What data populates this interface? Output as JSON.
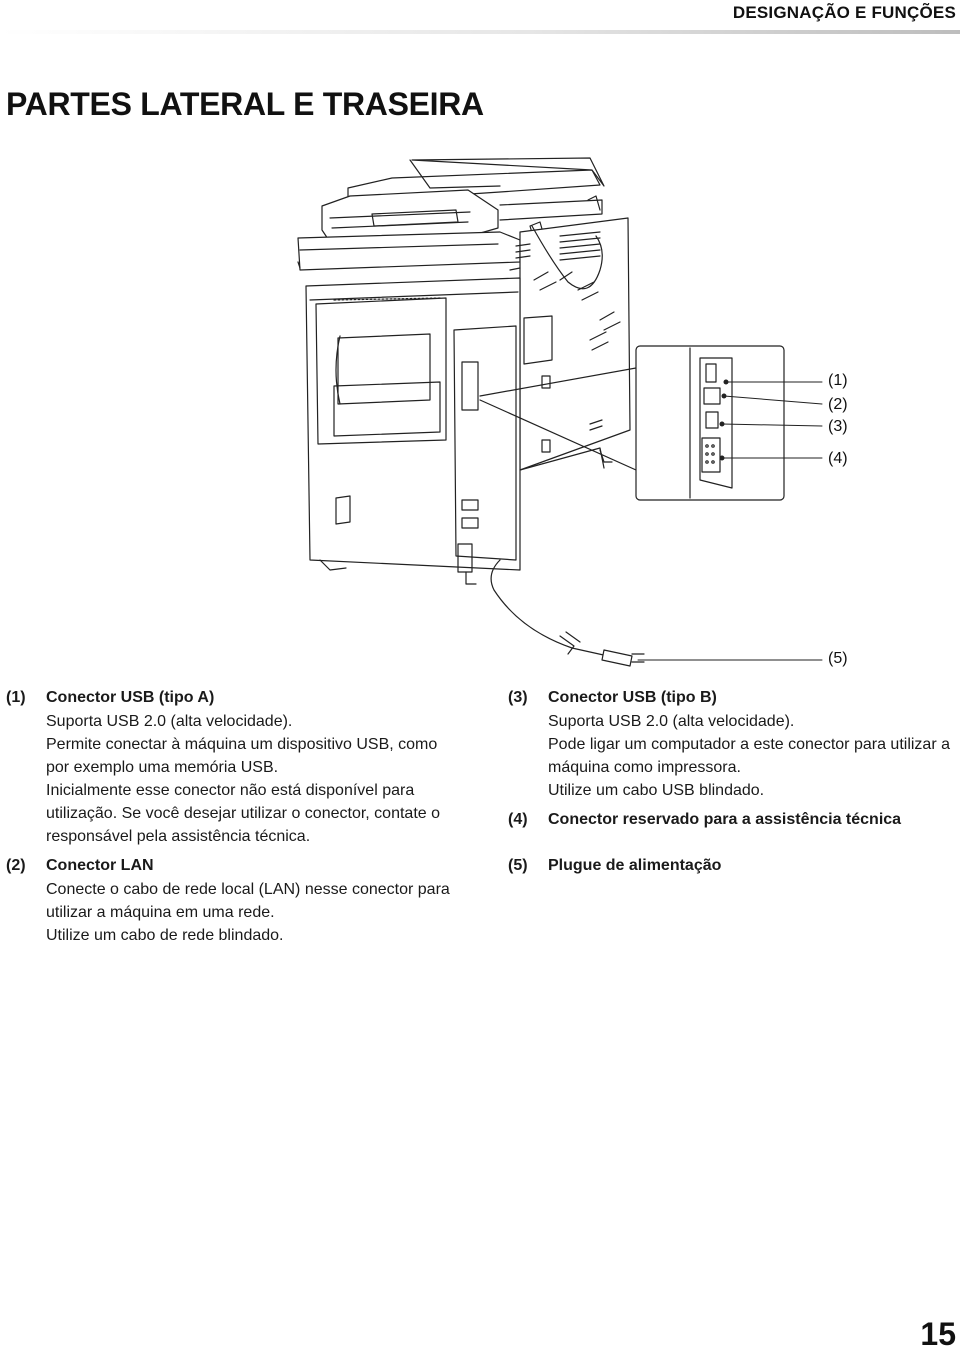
{
  "header": {
    "section_title": "DESIGNAÇÃO E FUNÇÕES"
  },
  "page_title": "PARTES LATERAL E TRASEIRA",
  "figure": {
    "callouts": [
      "(1)",
      "(2)",
      "(3)",
      "(4)",
      "(5)"
    ]
  },
  "items": [
    {
      "num": "(1)",
      "title": "Conector USB (tipo A)",
      "lines": [
        "Suporta USB 2.0 (alta velocidade).",
        "Permite conectar à máquina um dispositivo USB, como",
        "por exemplo uma memória USB.",
        "Inicialmente esse conector não está disponível para",
        "utilização. Se você desejar utilizar o conector, contate o",
        "responsável pela assistência técnica."
      ]
    },
    {
      "num": "(2)",
      "title": "Conector LAN",
      "lines": [
        "Conecte o cabo de rede local (LAN) nesse conector para",
        "utilizar a máquina em uma rede.",
        "Utilize um cabo de rede blindado."
      ]
    },
    {
      "num": "(3)",
      "title": "Conector USB (tipo B)",
      "lines": [
        "Suporta USB 2.0 (alta velocidade).",
        "Pode ligar um computador a este conector para utilizar a",
        "máquina como impressora.",
        "Utilize um cabo USB blindado."
      ]
    },
    {
      "num": "(4)",
      "title": "Conector reservado para a assistência técnica",
      "lines": []
    },
    {
      "num": "(5)",
      "title": "Plugue de alimentação",
      "lines": []
    }
  ],
  "page_number": "15"
}
